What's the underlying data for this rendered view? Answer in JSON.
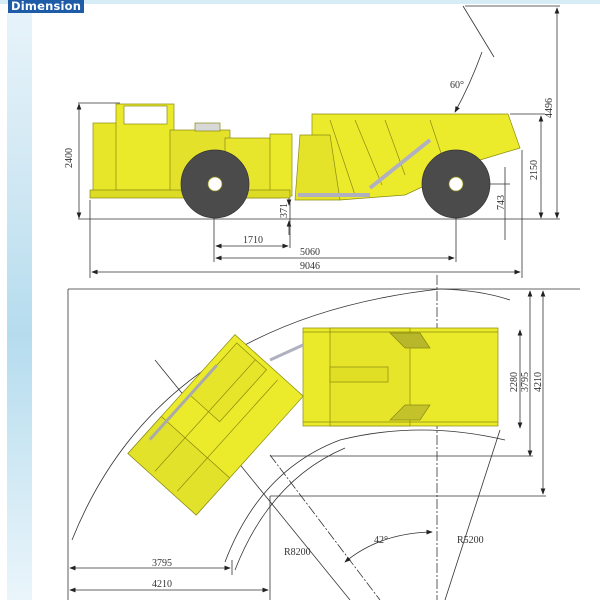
{
  "header": {
    "title": "Dimension"
  },
  "colors": {
    "title_bg": "#1e5ca8",
    "strip": "#b5dcee",
    "machine_yellow": "#eaea2a",
    "tire": "#4a4a4a"
  },
  "side_view": {
    "overall_height_cab": "2400",
    "raised_box_height": "4496",
    "box_height": "2150",
    "dump_angle": "60°",
    "axle_height": "743",
    "ground_clearance": "371",
    "front_axle_to_pivot": "1710",
    "wheelbase": "5060",
    "overall_length": "9046"
  },
  "top_view": {
    "box_width": "2280",
    "outer_turning_width": "3795",
    "overall_turning_width": "4210",
    "bottom_inner": "3795",
    "bottom_outer": "4210",
    "articulation_angle": "42°",
    "outer_radius": "R8200",
    "inner_radius": "R5200"
  }
}
